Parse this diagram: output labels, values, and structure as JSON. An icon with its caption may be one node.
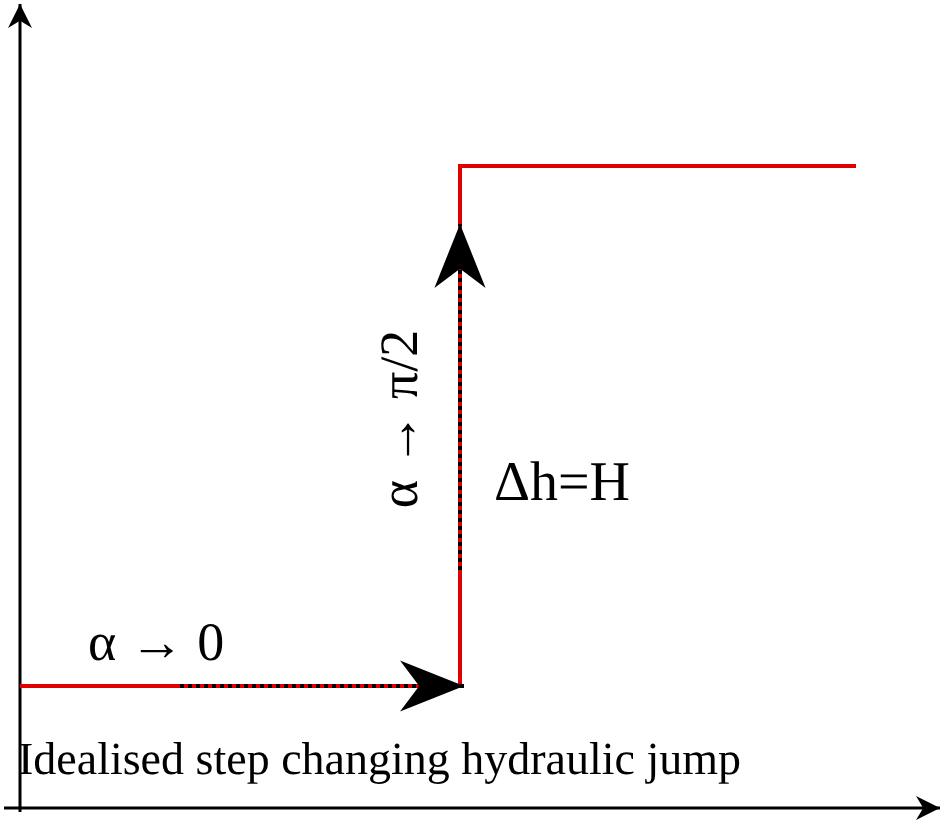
{
  "diagram": {
    "caption": "Idealised step changing hydraulic jump",
    "labels": [
      "α → 0",
      "α → π/2",
      "Δh=H"
    ]
  }
}
